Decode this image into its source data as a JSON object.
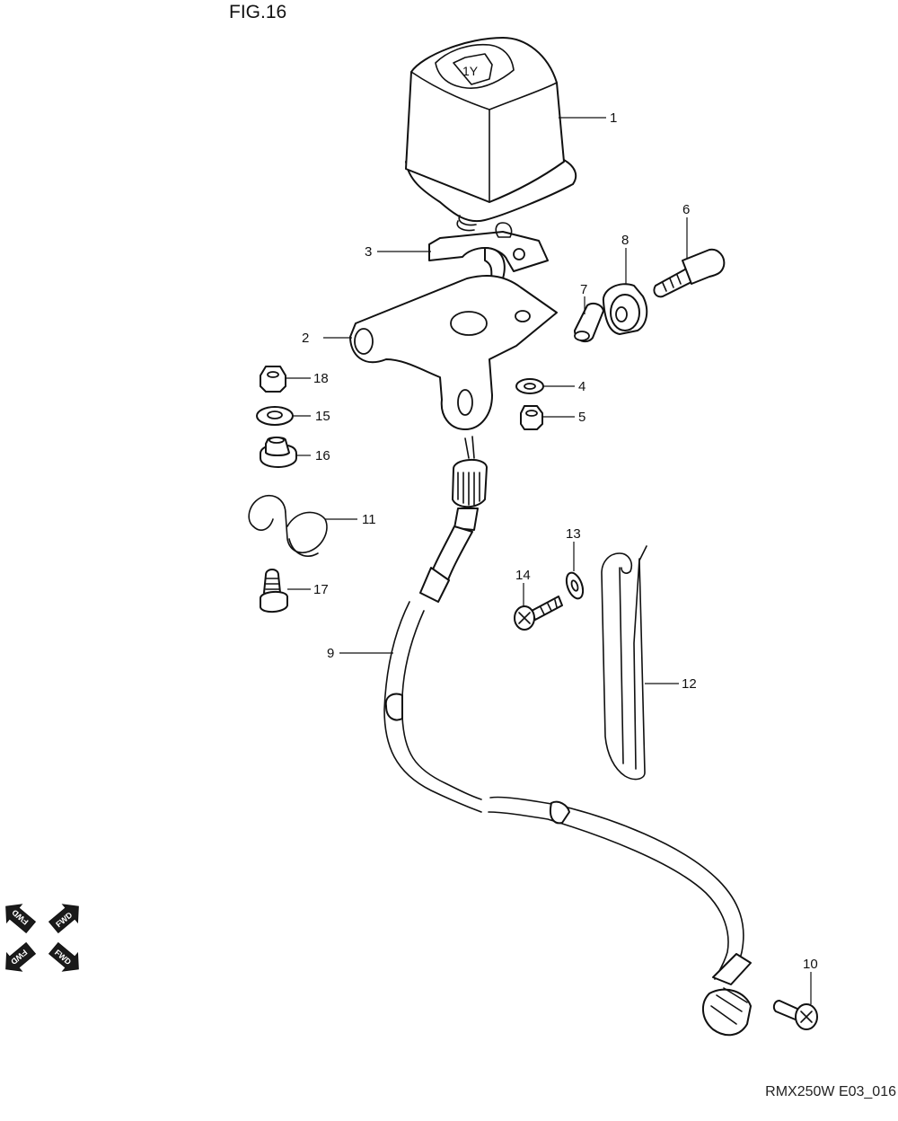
{
  "figure": {
    "title": "FIG.16",
    "code": "RMX250W E03_016"
  },
  "callouts": [
    "1",
    "2",
    "3",
    "4",
    "5",
    "6",
    "7",
    "8",
    "9",
    "10",
    "11",
    "12",
    "13",
    "14",
    "15",
    "16",
    "17",
    "18"
  ],
  "direction_badges": [
    "FWD",
    "FWD",
    "FWD",
    "FWD"
  ],
  "icons": [
    "fwd-arrow-icon"
  ],
  "colors": {
    "line": "#111111",
    "background": "#ffffff"
  }
}
